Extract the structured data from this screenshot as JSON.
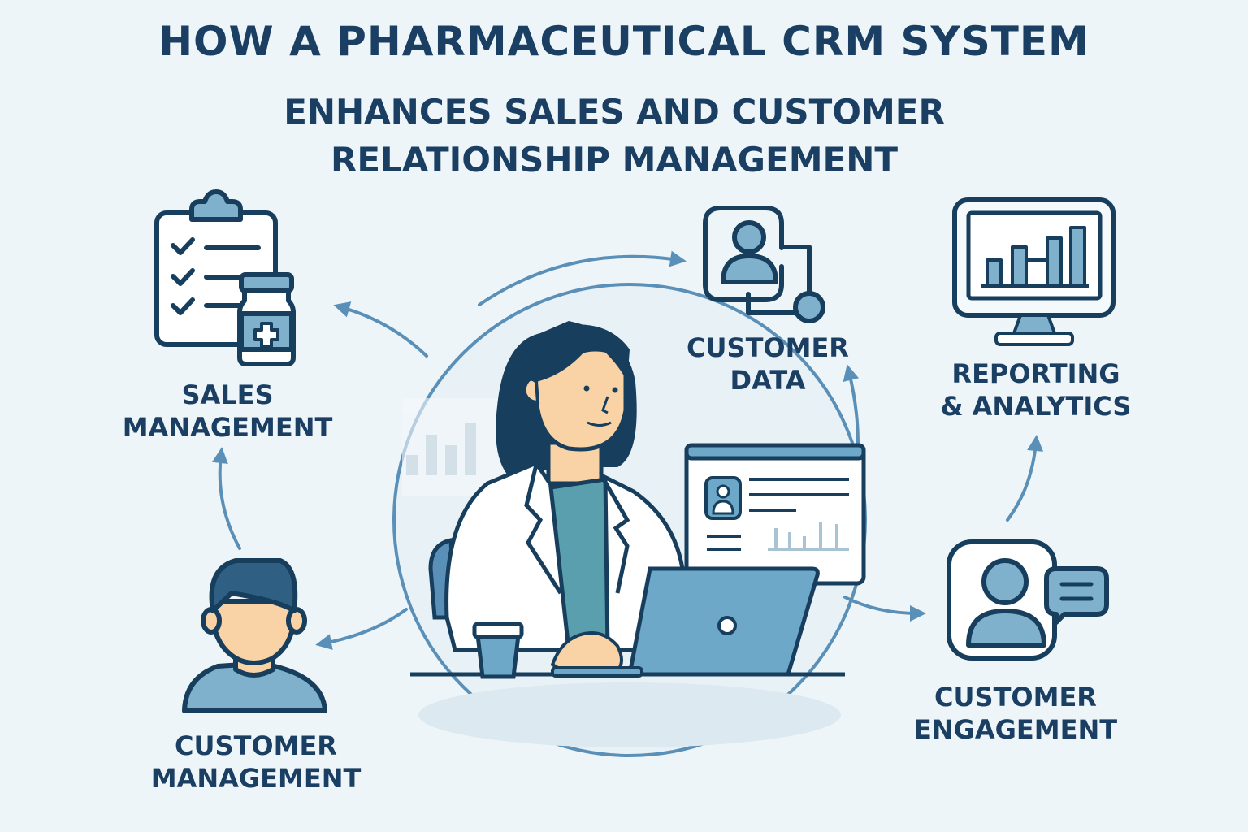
{
  "title": {
    "line1": "HOW A PHARMACEUTICAL CRM SYSTEM",
    "line2": "ENHANCES SALES AND CUSTOMER",
    "line3": "RELATIONSHIP MANAGEMENT"
  },
  "nodes": {
    "sales_management": {
      "line1": "SALES",
      "line2": "MANAGEMENT",
      "icon": "clipboard-medicine-icon"
    },
    "customer_data": {
      "line1": "CUSTOMER",
      "line2": "DATA",
      "icon": "user-profile-network-icon"
    },
    "reporting_analytics": {
      "line1": "REPORTING",
      "line2": "& ANALYTICS",
      "icon": "monitor-bar-chart-icon"
    },
    "customer_engagement": {
      "line1": "CUSTOMER",
      "line2": "ENGAGEMENT",
      "icon": "user-chat-icon"
    },
    "customer_management": {
      "line1": "CUSTOMER",
      "line2": "MANAGEMENT",
      "icon": "customer-avatar-icon"
    }
  },
  "center": {
    "illustration": "pharma-rep-at-laptop"
  },
  "colors": {
    "background": "#eef5f9",
    "text": "#1a3f63",
    "outline": "#173e5c",
    "accent": "#6ea8c8",
    "accent_dark": "#4f8db5",
    "skin": "#f9d3a5",
    "shirt": "#5a9fae"
  }
}
